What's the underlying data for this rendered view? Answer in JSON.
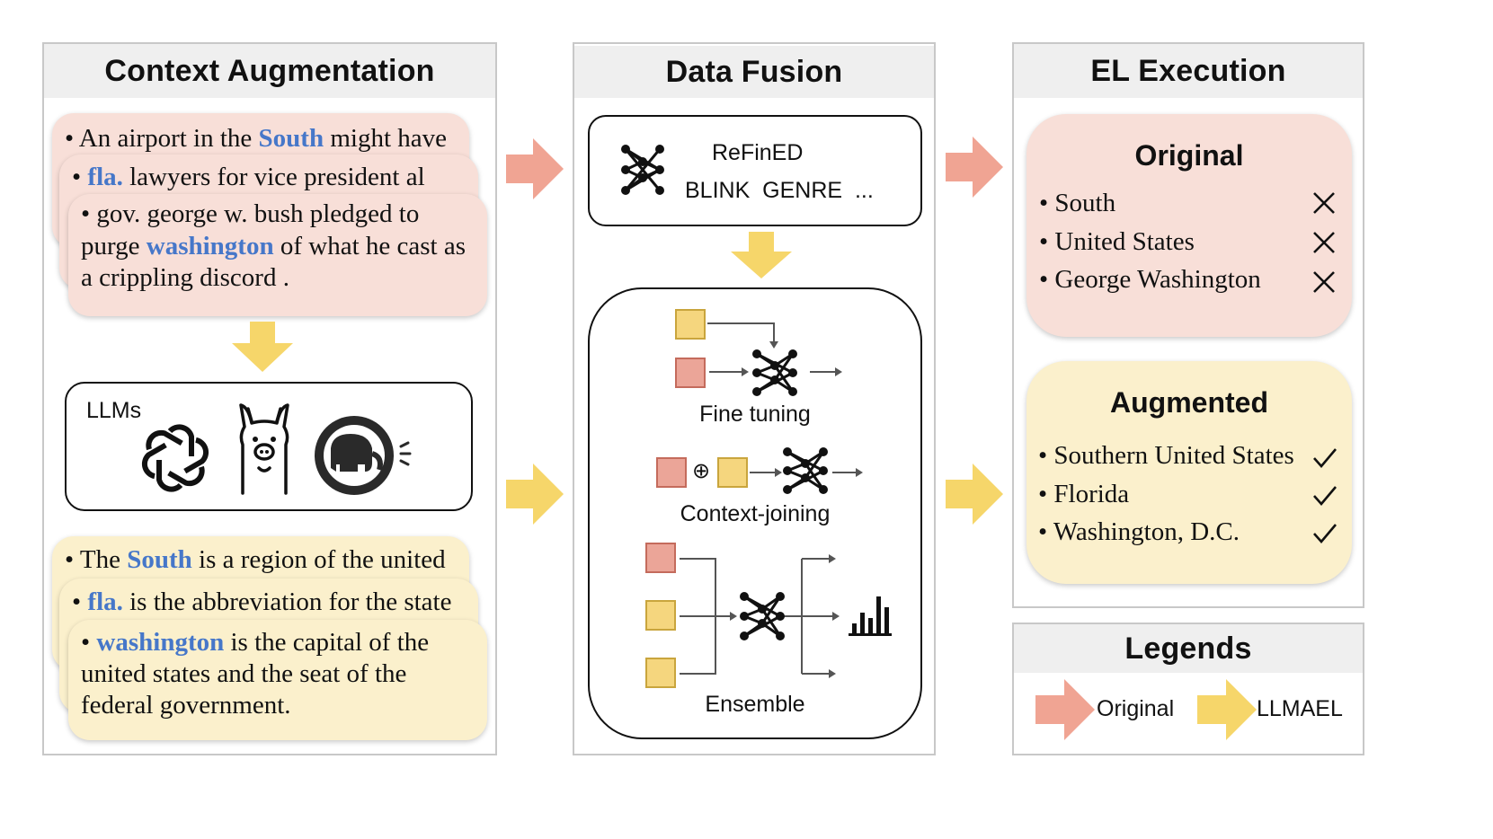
{
  "panels": {
    "context_augmentation": {
      "title": "Context Augmentation"
    },
    "data_fusion": {
      "title": "Data Fusion"
    },
    "el_execution": {
      "title": "EL Execution"
    },
    "legends": {
      "title": "Legends"
    }
  },
  "original_contexts": [
    {
      "prefix": "• An airport in the ",
      "entity": "South",
      "suffix": " might have"
    },
    {
      "prefix": "• ",
      "entity": "fla.",
      "suffix": " lawyers for vice president al"
    },
    {
      "line1": "• gov. george w. bush pledged to",
      "line2_prefix": "purge ",
      "line2_entity": "washington",
      "line2_suffix": " of what he cast as",
      "line3": "a crippling discord ."
    }
  ],
  "llms": {
    "label": "LLMs",
    "icons": [
      "openai-logo",
      "llama-logo",
      "postgres-elephant-logo"
    ]
  },
  "augmented_contexts": [
    {
      "prefix": "• The ",
      "entity": "South",
      "suffix": " is a region of the united"
    },
    {
      "prefix": "• ",
      "entity": "fla.",
      "suffix": " is the abbreviation for the state"
    },
    {
      "prefix": "• ",
      "entity": "washington",
      "suffix": " is the capital of the",
      "line2": "united states and the seat of the",
      "line3": "federal government."
    }
  ],
  "el_models": {
    "line1": "ReFinED",
    "line2": "BLINK  GENRE  ..."
  },
  "fusion_methods": {
    "fine_tuning": "Fine tuning",
    "context_joining": "Context-joining",
    "concat_symbol": "⊕",
    "ensemble": "Ensemble"
  },
  "results": {
    "original": {
      "title": "Original",
      "items": [
        {
          "text": "• South",
          "mark": "✕"
        },
        {
          "text": "• United States",
          "mark": "✕"
        },
        {
          "text": "• George Washington",
          "mark": "✕"
        }
      ]
    },
    "augmented": {
      "title": "Augmented",
      "items": [
        {
          "text": "• Southern United States",
          "mark": "✓"
        },
        {
          "text": "• Florida",
          "mark": "✓"
        },
        {
          "text": "• Washington, D.C.",
          "mark": "✓"
        }
      ]
    }
  },
  "legend": {
    "original_label": "Original",
    "llmael_label": "LLMAEL"
  },
  "colors": {
    "original_arrow": "#f0a493",
    "llmael_arrow": "#f6d66a",
    "pink_card": "#f8dfd8",
    "yellow_card": "#fbf0cc",
    "entity_highlight": "#4677c9"
  }
}
